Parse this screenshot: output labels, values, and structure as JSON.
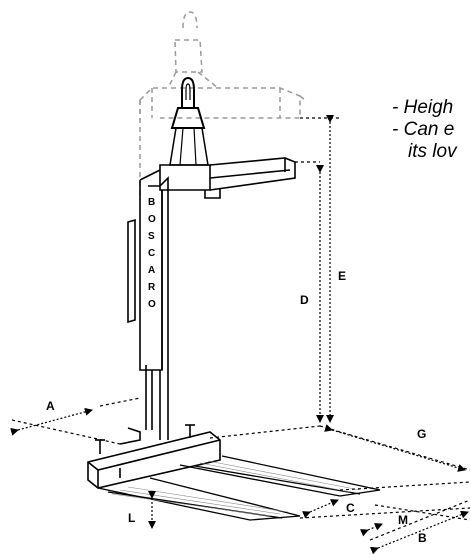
{
  "notes": [
    "- Heigh",
    "- Can e",
    "its lov"
  ],
  "brand": "BOSCARO",
  "dimension_labels": {
    "A": "A",
    "B": "B",
    "C": "C",
    "D": "D",
    "E": "E",
    "G": "G",
    "L": "L",
    "M": "M"
  }
}
